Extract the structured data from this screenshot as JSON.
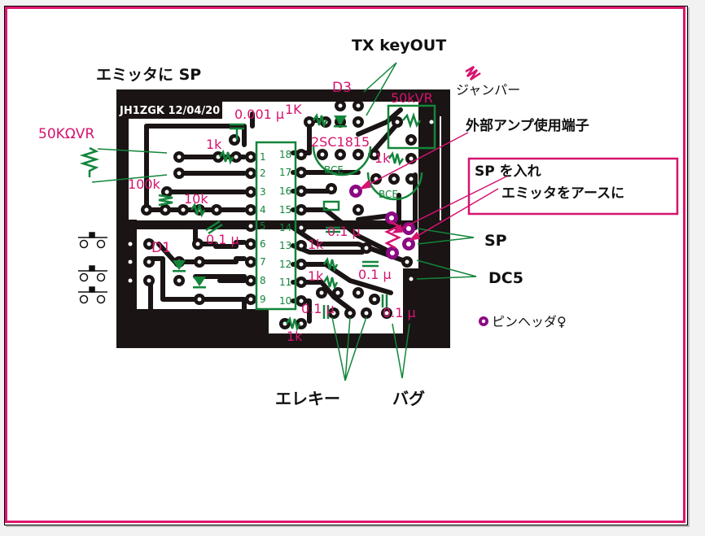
{
  "colors": {
    "copper": "#1a1414",
    "magenta": "#d6136f",
    "green": "#12853a",
    "purple": "#8a0a82",
    "frame": "#e0156e"
  },
  "board": {
    "id_label": "JH1ZGK 12/04/20"
  },
  "callouts": {
    "emitter_sp": "エミッタに SP",
    "tx_keyout": "TX keyOUT",
    "jumper": "ジャンパー",
    "ext_amp": "外部アンプ使用端子",
    "sp_box_line1": "SP を入れ",
    "sp_box_line2": "エミッタをアースに",
    "sp": "SP",
    "dc5": "DC5",
    "elekey": "エレキー",
    "bug": "バグ",
    "legend_pin_header": "ピンヘッダ♀",
    "vr_50k_ohm": "50KΩVR"
  },
  "components": {
    "d3": "D3",
    "vr50k": "50kVR",
    "c_0001": "0.001 μ",
    "r_1K_top": "1K",
    "r_1k_a": "1k",
    "tr_2sc1815": "2SC1815",
    "r_1k_b": "1k",
    "r_100k": "100k",
    "r_10k": "10k",
    "c_01_a": "0.1 μ",
    "d1": "D1",
    "c_01_b": "0.1 μ",
    "r_1k_c": "1k",
    "r_1k_d": "1k",
    "c_01_c": "0.1 μ",
    "c_01_d": "0.1 μ",
    "c_01_e": "0.1 μ",
    "r_1k_e": "1k",
    "bce_1": "BCE",
    "bce_2": "BCE"
  },
  "ic_pins": {
    "left": [
      "1",
      "2",
      "3",
      "4",
      "5",
      "6",
      "7",
      "8",
      "9"
    ],
    "right": [
      "18",
      "17",
      "16",
      "15",
      "14",
      "13",
      "12",
      "11",
      "10"
    ]
  }
}
